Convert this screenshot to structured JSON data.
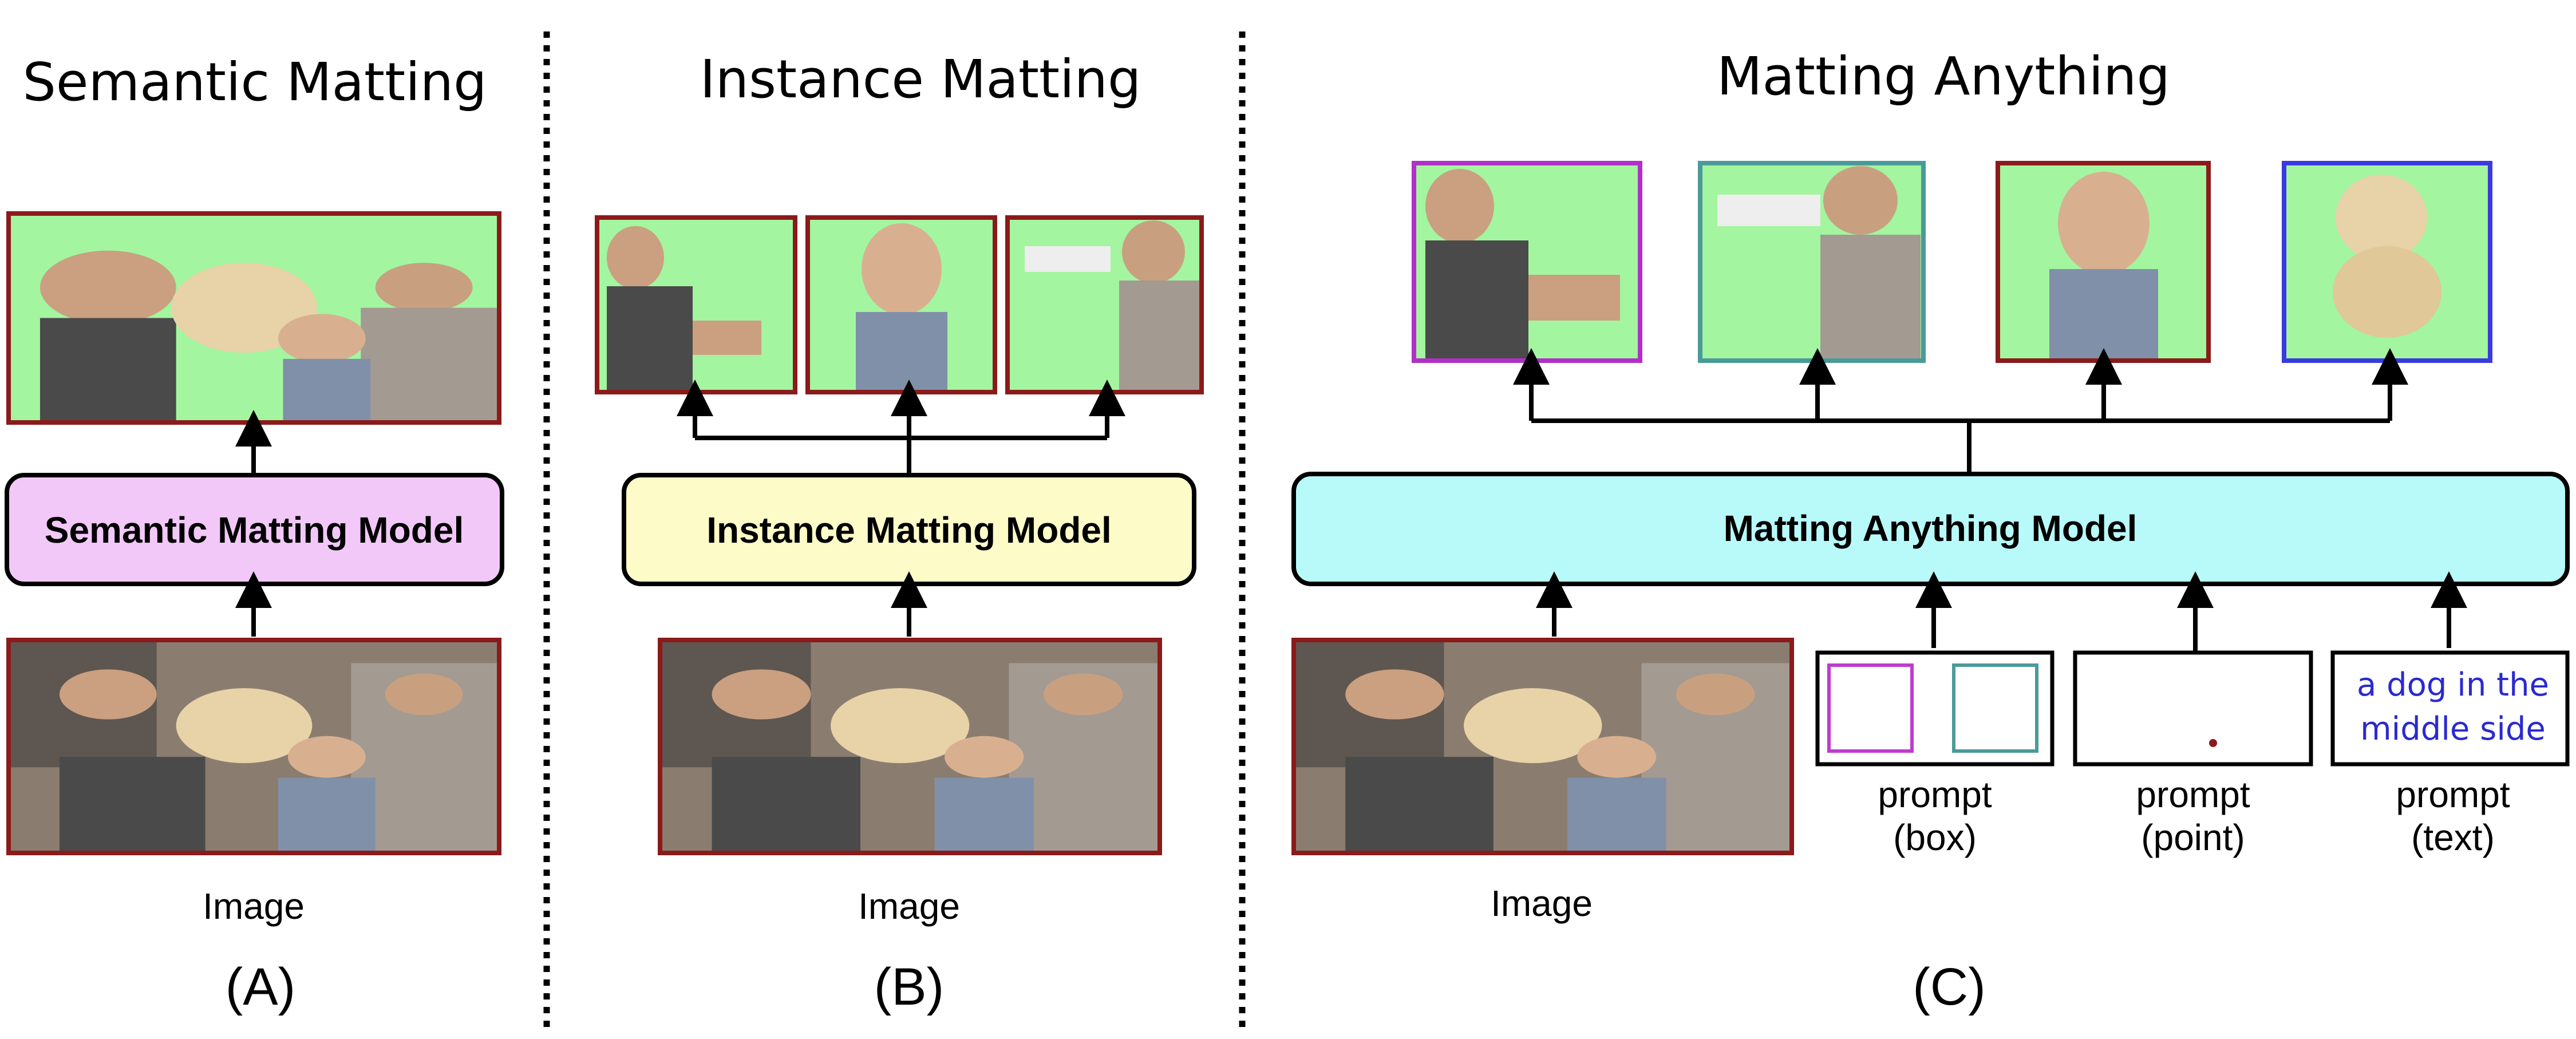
{
  "panels": {
    "a": {
      "title": "Semantic Matting",
      "model_label": "Semantic Matting Model",
      "image_label": "Image",
      "panel_label": "(A)"
    },
    "b": {
      "title": "Instance Matting",
      "model_label": "Instance Matting Model",
      "image_label": "Image",
      "panel_label": "(B)"
    },
    "c": {
      "title": "Matting Anything",
      "model_label": "Matting Anything Model",
      "image_label": "Image",
      "panel_label": "(C)",
      "prompts": {
        "box": {
          "line1": "prompt",
          "line2": "(box)"
        },
        "point": {
          "line1": "prompt",
          "line2": "(point)"
        },
        "text": {
          "line1": "prompt",
          "line2": "(text)",
          "content_line1": "a dog in the",
          "content_line2": "middle side"
        }
      }
    }
  },
  "colors": {
    "semantic_model_fill": "#f2c8f8",
    "instance_model_fill": "#fdfcc8",
    "anything_model_fill": "#b8fafa",
    "image_border": "#8b1a1a",
    "matte_green": "#a3f5a0",
    "box_prompt_purple": "#c03ad0",
    "box_prompt_teal": "#4a9a9a",
    "text_prompt_blue": "#2a2ad0",
    "output_border_purple": "#b030c8",
    "output_border_teal": "#4a9a9a",
    "output_border_red": "#8b1a1a",
    "output_border_blue": "#3a3ae0"
  }
}
